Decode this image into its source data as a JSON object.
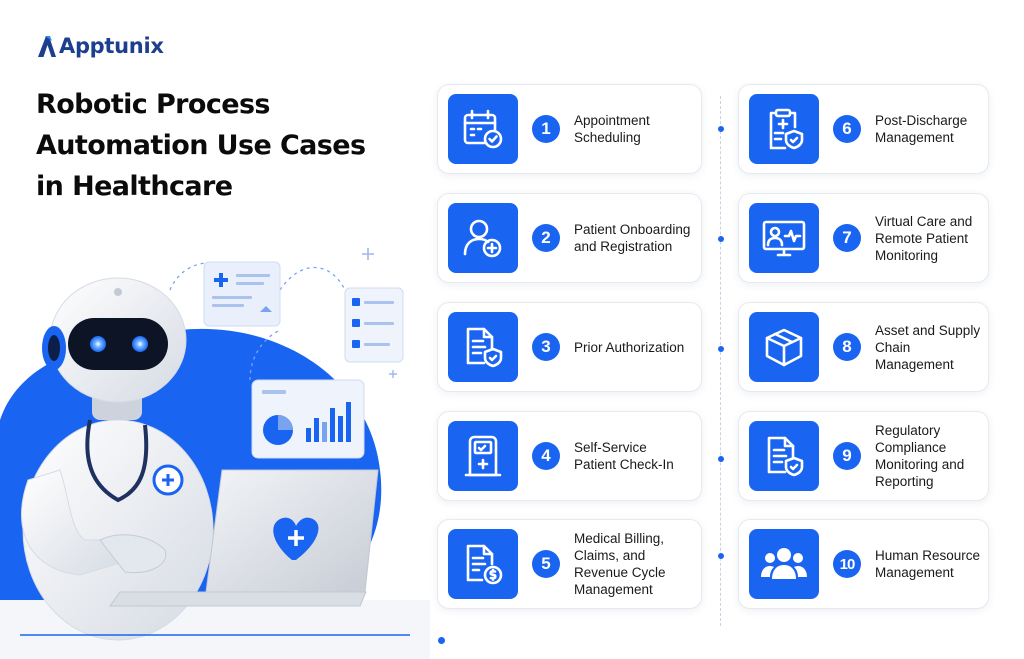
{
  "brand": {
    "name": "Apptunix"
  },
  "title": {
    "lines": [
      "Robotic Process",
      "Automation Use Cases",
      "in Healthcare"
    ]
  },
  "colors": {
    "accent": "#1a64f2",
    "brand": "#1e3f8f"
  },
  "use_cases": [
    {
      "number": "1",
      "icon": "calendar-check-icon",
      "label": [
        "Appointment",
        "Scheduling"
      ]
    },
    {
      "number": "2",
      "icon": "user-add-icon",
      "label": [
        "Patient Onboarding",
        "and Registration"
      ]
    },
    {
      "number": "3",
      "icon": "document-shield-icon",
      "label": [
        "Prior Authorization"
      ]
    },
    {
      "number": "4",
      "icon": "kiosk-icon",
      "label": [
        "Self-Service",
        "Patient Check-In"
      ]
    },
    {
      "number": "5",
      "icon": "invoice-dollar-icon",
      "label": [
        "Medical Billing,",
        "Claims, and",
        "Revenue Cycle",
        "Management"
      ]
    },
    {
      "number": "6",
      "icon": "clipboard-medical-icon",
      "label": [
        "Post-Discharge",
        "Management"
      ]
    },
    {
      "number": "7",
      "icon": "telehealth-monitor-icon",
      "label": [
        "Virtual Care and",
        "Remote Patient",
        "Monitoring"
      ]
    },
    {
      "number": "8",
      "icon": "box-icon",
      "label": [
        "Asset and Supply",
        "Chain Management"
      ]
    },
    {
      "number": "9",
      "icon": "document-check-shield-icon",
      "label": [
        "Regulatory",
        "Compliance",
        "Monitoring and",
        "Reporting"
      ]
    },
    {
      "number": "10",
      "icon": "people-group-icon",
      "label": [
        "Human Resource",
        "Management"
      ]
    }
  ]
}
